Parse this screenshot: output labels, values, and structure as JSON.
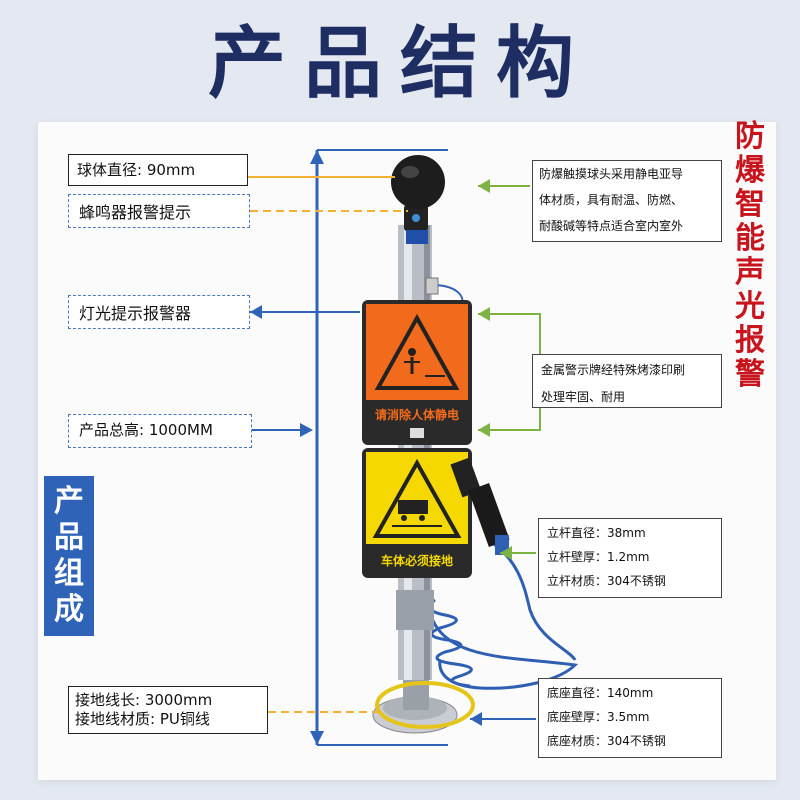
{
  "title": "产品结构",
  "side_red": [
    "防",
    "爆",
    "智",
    "能",
    "声",
    "光",
    "报",
    "警"
  ],
  "side_blue": [
    "产",
    "品",
    "组",
    "成"
  ],
  "left_labels": {
    "ball_diameter": "球体直径: 90mm",
    "buzzer": "蜂鸣器报警提示",
    "light_alarm": "灯光提示报警器",
    "total_height": "产品总高: 1000MM",
    "ground_wire_length": "接地线长: 3000mm",
    "ground_wire_material": "接地线材质: PU铜线"
  },
  "right_notes": {
    "ball_note": [
      "防爆触摸球头采用静电亚导",
      "体材质，具有耐温、防燃、",
      "耐酸碱等特点适合室内室外"
    ],
    "sign_note": [
      "金属警示牌经特殊烤漆印刷",
      "处理牢固、耐用"
    ],
    "pole_note": [
      "立杆直径：38mm",
      "立杆壁厚：1.2mm",
      "立杆材质：304不锈钢"
    ],
    "base_note": [
      "底座直径：140mm",
      "底座壁厚：3.5mm",
      "底座材质：304不锈钢"
    ]
  },
  "signs": {
    "orange_text": "请消除人体静电",
    "yellow_text": "车体必须接地"
  },
  "colors": {
    "title": "#1e2d62",
    "red_text": "#c8141c",
    "blue_block": "#2f63b8",
    "orange_sign": "#f26a1b",
    "yellow_sign": "#f5d800",
    "arrow_blue": "#2f63b8",
    "arrow_green": "#7cb342",
    "arrow_orange": "#f2b134"
  }
}
